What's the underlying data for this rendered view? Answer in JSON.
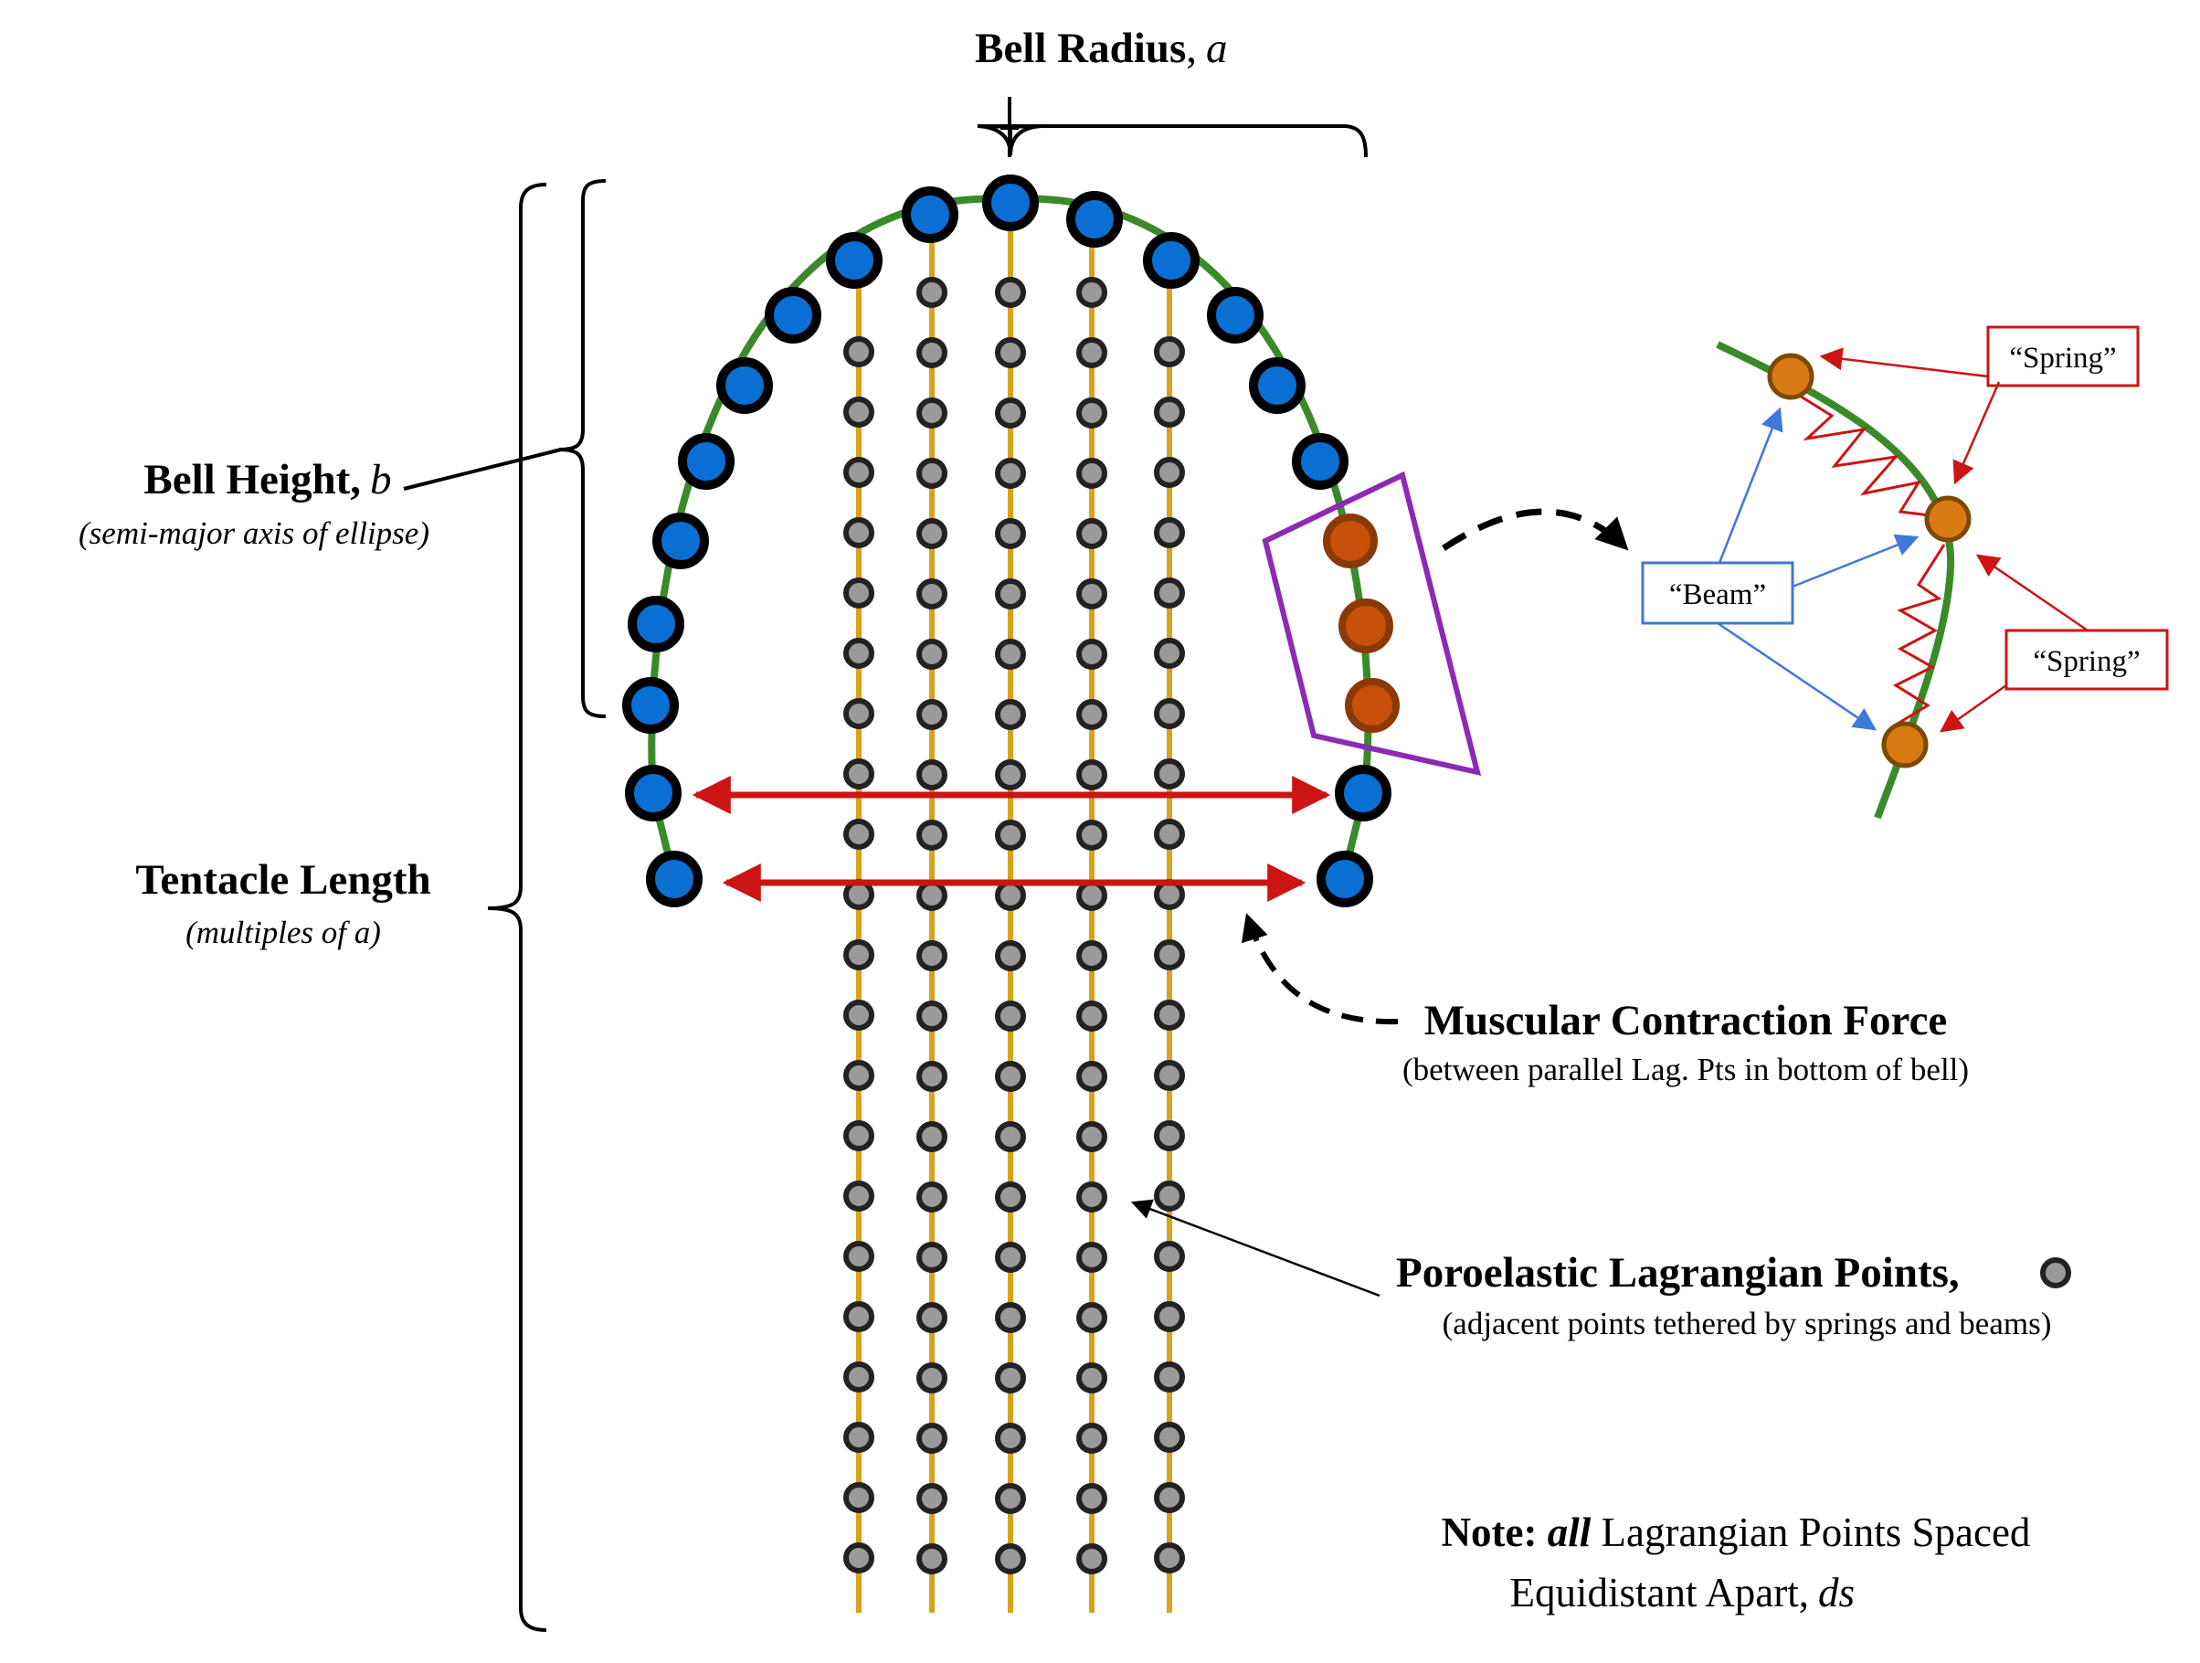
{
  "labels": {
    "bell_radius_text": "Bell Radius",
    "bell_radius_sym": "a",
    "bell_height_text": "Bell Height,",
    "bell_height_sym": "b",
    "bell_height_sub": "(semi-major axis of ellipse)",
    "tentacle_length": "Tentacle Length",
    "tentacle_sub": "(multiples of a)",
    "muscular_title": "Muscular Contraction Force",
    "muscular_sub": "(between parallel Lag. Pts in bottom of bell)",
    "poro_title": "Poroelastic Lagrangian Points,",
    "poro_sub": "(adjacent points tethered by springs and beams)",
    "note_prefix": "Note:",
    "note_all": "all",
    "note_rest1": "Lagrangian Points Spaced",
    "note_line2": "Equidistant Apart,",
    "note_sym": "ds",
    "spring_top": "“Spring”",
    "spring_bottom": "“Spring”",
    "beam": "“Beam”"
  },
  "colors": {
    "bell_point": "#0a6fd2",
    "bell_curve": "#3a8a2a",
    "poro_point": "#9a9a9a",
    "tentacle_line": "#d9a21b",
    "highlight_point": "#c8500a",
    "inset_point": "#d97a14",
    "force_arrow": "#cc1414",
    "selection_box": "#8b2bb5",
    "spring_box": "#cc1414",
    "beam_box": "#3f78d8"
  }
}
